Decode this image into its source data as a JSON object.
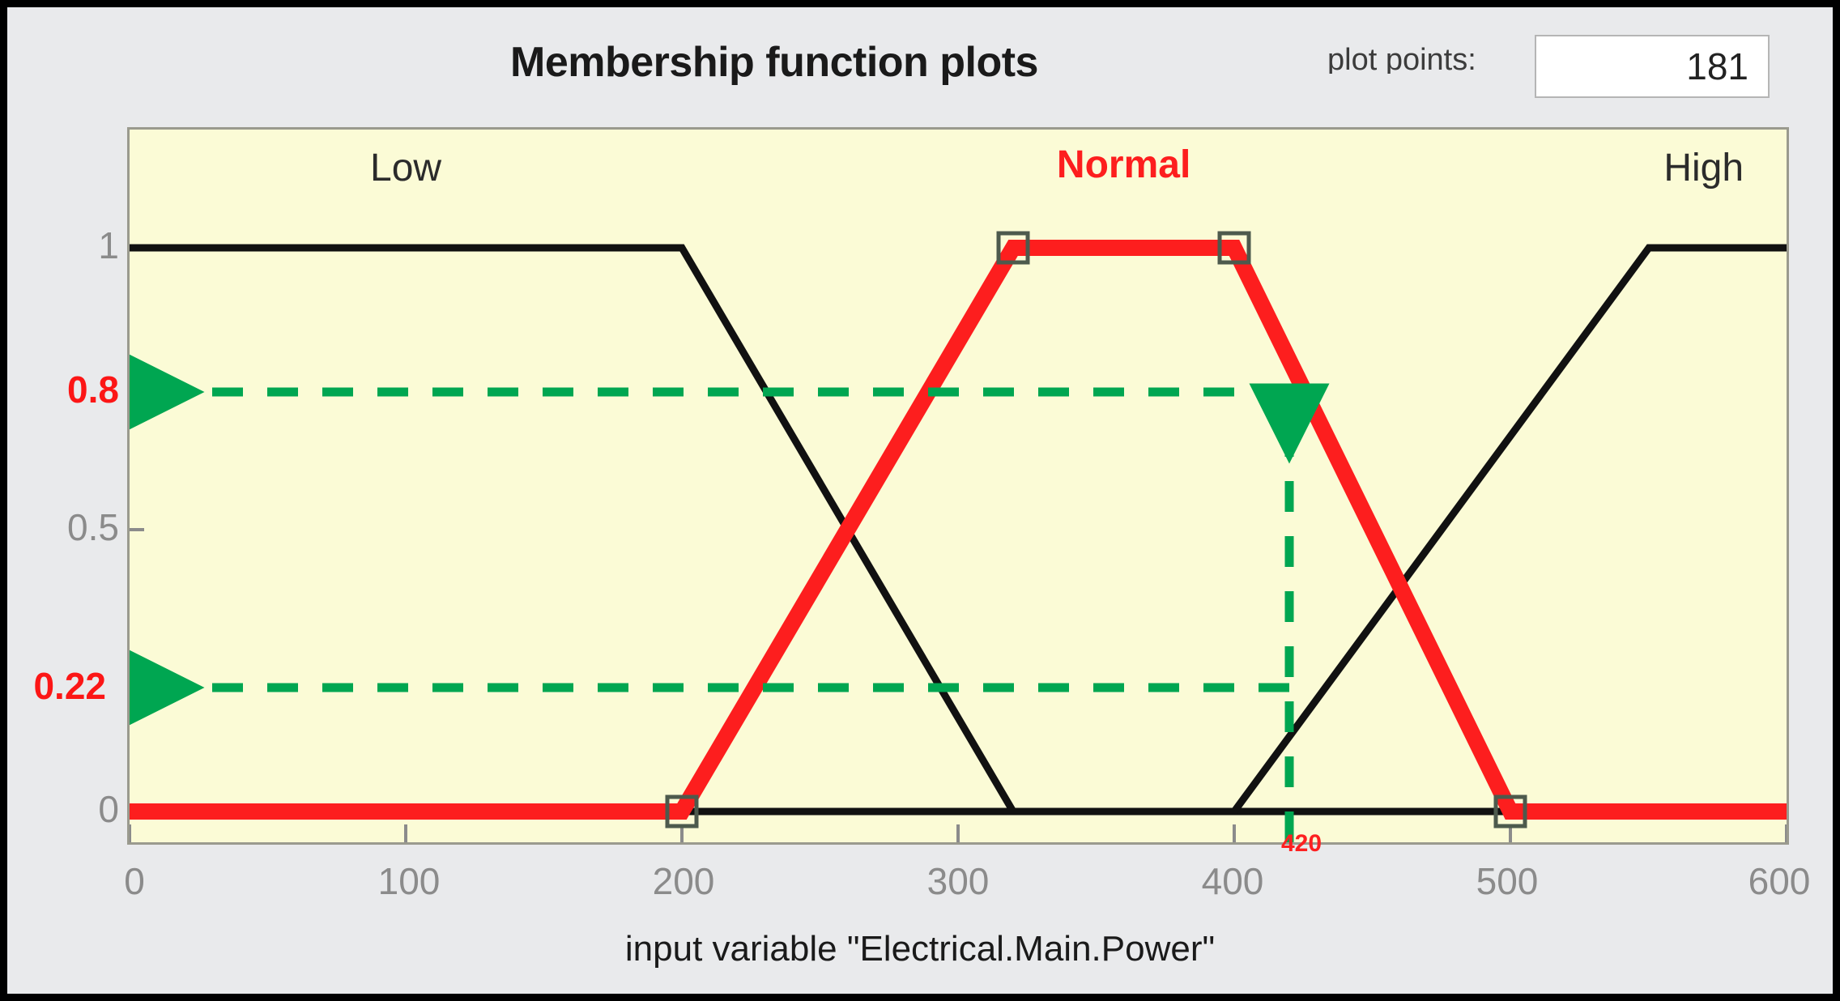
{
  "window": {
    "title": "Membership function plots",
    "plot_points_label": "plot points:",
    "plot_points_value": "181"
  },
  "colors": {
    "plot_background": "#fbfbd6",
    "panel_background": "#e9eaec",
    "curve_default": "#111111",
    "curve_selected": "#fd1e1e",
    "annotation": "#00a651",
    "tick_text": "#8b8b8b",
    "highlight_text": "#fc1616"
  },
  "axes": {
    "x_label": "input variable \"Electrical.Main.Power\"",
    "x_ticks": [
      "0",
      "100",
      "200",
      "300",
      "400",
      "500",
      "600"
    ],
    "x_tick_values": [
      0,
      100,
      200,
      300,
      400,
      500,
      600
    ],
    "x_range": [
      0,
      600
    ],
    "y_ticks": [
      "0",
      "0.5",
      "1"
    ],
    "y_tick_values": [
      0,
      0.5,
      1
    ],
    "y_range": [
      0,
      1
    ],
    "y_highlight_ticks": [
      {
        "label": "0.8",
        "value": 0.8
      },
      {
        "label": "0.22",
        "value": 0.22
      }
    ],
    "x_highlight_tick": {
      "label": "420",
      "value": 420
    }
  },
  "curve_labels": [
    {
      "text": "Low",
      "x": 200,
      "style": "dark"
    },
    {
      "text": "Normal",
      "x": 360,
      "style": "accent"
    },
    {
      "text": "High",
      "x": 570,
      "style": "dark"
    }
  ],
  "chart_data": {
    "type": "line",
    "title": "Membership function plots",
    "xlabel": "input variable \"Electrical.Main.Power\"",
    "ylabel": "",
    "xlim": [
      0,
      600
    ],
    "ylim": [
      0,
      1
    ],
    "grid": false,
    "legend": "in-plot curve labels",
    "series": [
      {
        "name": "Low",
        "color": "#111111",
        "selected": false,
        "type": "trapmf",
        "points": [
          [
            0,
            1
          ],
          [
            200,
            1
          ],
          [
            320,
            0
          ],
          [
            600,
            0
          ]
        ]
      },
      {
        "name": "Normal",
        "color": "#fd1e1e",
        "selected": true,
        "type": "trapmf",
        "points": [
          [
            0,
            0
          ],
          [
            200,
            0
          ],
          [
            320,
            1
          ],
          [
            400,
            1
          ],
          [
            500,
            0
          ],
          [
            600,
            0
          ]
        ],
        "handles": [
          [
            200,
            0
          ],
          [
            320,
            1
          ],
          [
            400,
            1
          ],
          [
            500,
            0
          ]
        ]
      },
      {
        "name": "High",
        "color": "#111111",
        "selected": false,
        "type": "trapmf",
        "points": [
          [
            0,
            0
          ],
          [
            400,
            0
          ],
          [
            550,
            1
          ],
          [
            600,
            1
          ]
        ]
      }
    ],
    "annotations": [
      {
        "kind": "dashed-arrow-horizontal",
        "color": "#00a651",
        "label": "0.8",
        "from": [
          420,
          0.8
        ],
        "to": [
          0,
          0.8
        ]
      },
      {
        "kind": "dashed-arrow-horizontal",
        "color": "#00a651",
        "label": "0.22",
        "from": [
          420,
          0.22
        ],
        "to": [
          0,
          0.22
        ]
      },
      {
        "kind": "dashed-arrow-vertical",
        "color": "#00a651",
        "label": "420",
        "from": [
          420,
          0
        ],
        "to": [
          420,
          0.8
        ]
      }
    ]
  }
}
